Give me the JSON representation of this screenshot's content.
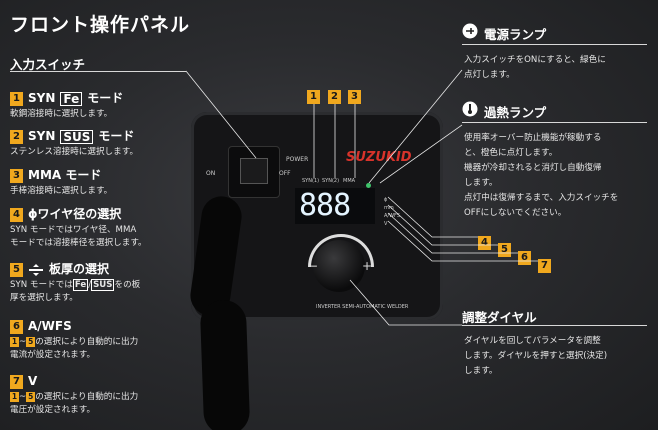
{
  "page": {
    "title": "フロント操作パネル"
  },
  "power_switch": {
    "heading": "入力スイッチ"
  },
  "modes": [
    {
      "num": "1",
      "pre": "SYN ",
      "box": "Fe",
      "post": " モード",
      "desc": "軟鋼溶接時に選択します。"
    },
    {
      "num": "2",
      "pre": "SYN ",
      "box": "SUS",
      "post": " モード",
      "desc": "ステンレス溶接時に選択します。"
    },
    {
      "num": "3",
      "label": "MMA モード",
      "desc": "手棒溶接時に選択します。"
    },
    {
      "num": "4",
      "label": "ɸワイヤ径の選択",
      "desc1": "SYN モードではワイヤ径、MMA",
      "desc2": "モードでは溶接棒径を選択します。"
    },
    {
      "num": "5",
      "label": "板厚の選択",
      "desc_a": "SYN モードでは",
      "desc_box1": "Fe",
      "desc_sep": "/",
      "desc_box2": "SUS",
      "desc_b": "をの板",
      "desc2": "厚を選択します。"
    },
    {
      "num": "6",
      "label": "A/WFS",
      "range_a": "1",
      "tilde": "~",
      "range_b": "5",
      "desc1": "の選択により自動的に出力",
      "desc2": "電流が設定されます。"
    },
    {
      "num": "7",
      "label": "V",
      "range_a": "1",
      "tilde": "~",
      "range_b": "5",
      "desc1": "の選択により自動的に出力",
      "desc2": "電圧が設定されます。"
    }
  ],
  "power_lamp": {
    "heading": "電源ランプ",
    "desc1": "入力スイッチをONにすると、緑色に",
    "desc2": "点灯します。"
  },
  "overheat_lamp": {
    "heading": "過熱ランプ",
    "lines": [
      "使用率オーバー防止機能が稼動する",
      "と、橙色に点灯します。",
      "機器が冷却されると消灯し自動復帰",
      "します。",
      "点灯中は復帰するまで、入力スイッチを",
      "OFFにしないでください。"
    ]
  },
  "dial": {
    "heading": "調整ダイヤル",
    "lines": [
      "ダイヤルを回してパラメータを調整",
      "します。ダイヤルを押すと選択(決定)",
      "します。"
    ]
  },
  "machine": {
    "brand": "SUZUKID",
    "on": "ON",
    "off": "OFF",
    "power": "POWER",
    "mode_labels": [
      "SYN(1)",
      "SYN(2)",
      "MMA"
    ],
    "display": "888",
    "minus": "−",
    "plus": "+",
    "panel_text": "INVERTER SEMI-AUTOMATIC WELDER",
    "param_labels": [
      "ɸ",
      "mm",
      "A/WFS",
      "V"
    ]
  },
  "callouts_top": [
    "1",
    "2",
    "3"
  ],
  "callouts_right": [
    "4",
    "5",
    "6",
    "7"
  ],
  "colors": {
    "badge": "#f0a81e",
    "led_green": "#3ec36a",
    "brand_red": "#d8332b"
  }
}
